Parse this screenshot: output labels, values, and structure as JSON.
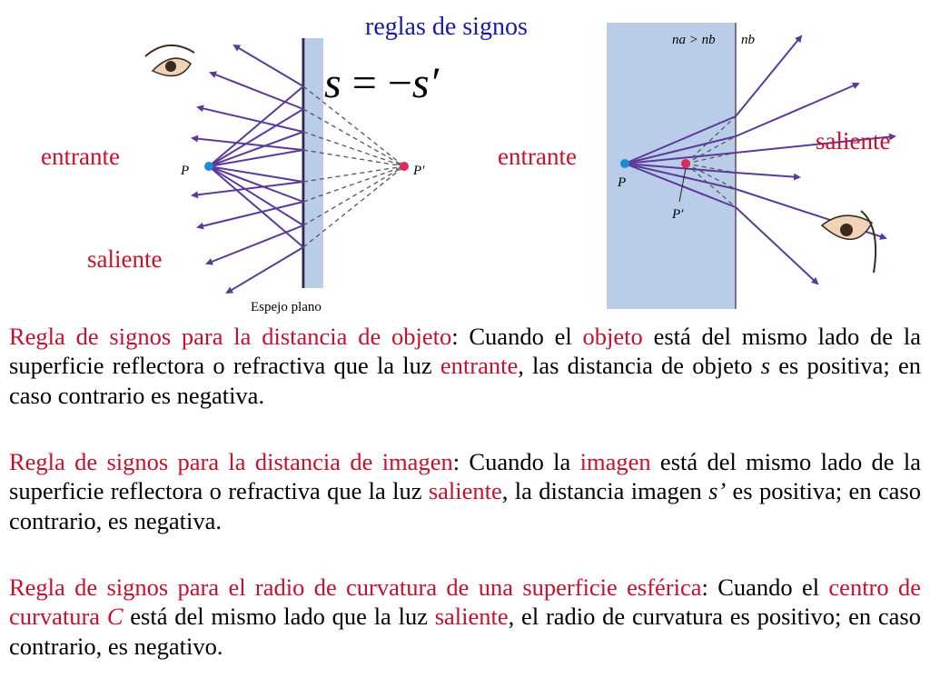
{
  "title": "reglas de signos",
  "formula": {
    "s": "s",
    "eq": "=",
    "minus": "−",
    "s_prime": "s′"
  },
  "left_diagram": {
    "label_entrante": "entrante",
    "label_saliente": "saliente",
    "point_p": "P",
    "point_p_prime": "P′",
    "mirror_caption": "Espejo plano"
  },
  "right_diagram": {
    "label_entrante": "entrante",
    "label_saliente": "saliente",
    "point_p": "P",
    "point_p_prime": "P′",
    "index_relation": "na > nb",
    "index_b": "nb"
  },
  "rules": [
    {
      "p1": "Regla de signos para la distancia de objeto",
      "p2": ": Cuando el ",
      "p3": "objeto",
      "p4": " está del mismo lado de la superficie reflectora o refractiva que la luz ",
      "p5": "entrante",
      "p6": ", las distancia de objeto ",
      "p7": "s",
      "p8": " es positiva; en caso contrario es negativa."
    },
    {
      "p1": "Regla de signos para la distancia de imagen",
      "p2": ": Cuando la ",
      "p3": "imagen",
      "p4": " está del mismo lado de la superficie reflectora o refractiva que la luz ",
      "p5": "saliente",
      "p6": ", la distancia imagen ",
      "p7": "s’",
      "p8": " es positiva; en caso contrario, es negativa."
    },
    {
      "p1": "Regla de signos para el radio de curvatura de una superficie esférica",
      "p2": ": Cuando el ",
      "p3": "centro de curvatura ",
      "p4": "C",
      "p5": " está del mismo lado que la luz ",
      "p6": "saliente",
      "p7": ", el radio de curvatura es positivo; en caso contrario, es negativo."
    }
  ],
  "colors": {
    "heading_blue": "#1a1aa8",
    "highlight_red": "#c8102e",
    "ray_purple": "#5b3a9a",
    "glass_blue": "#b9cde8",
    "point_blue": "#1f8ad6",
    "point_red": "#e0285a"
  }
}
